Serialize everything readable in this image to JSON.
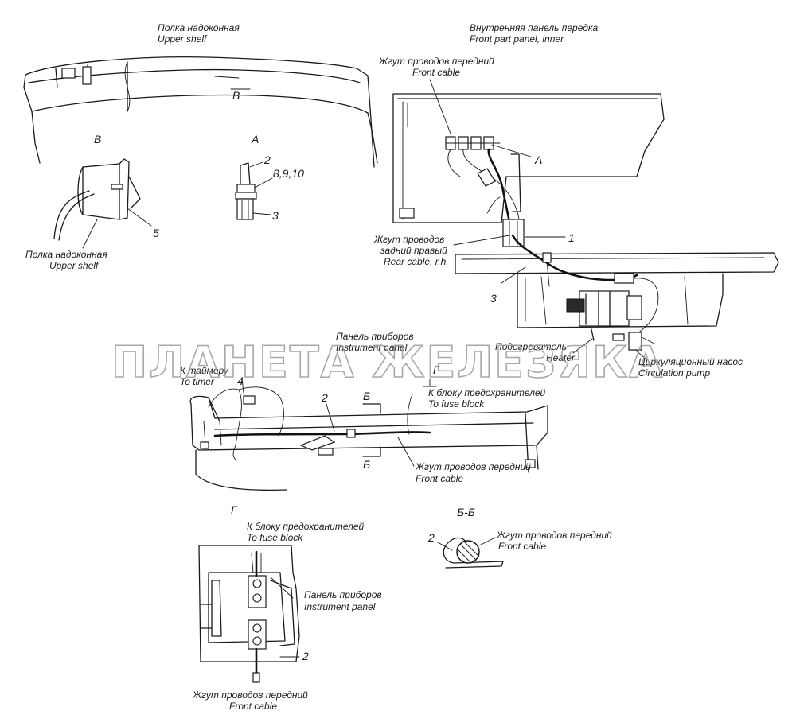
{
  "views": {
    "upper_shelf_title": {
      "ru": "Полка надоконная",
      "en": "Upper shelf"
    },
    "front_panel_title": {
      "ru": "Внутренняя панель передка",
      "en": "Front part panel, inner"
    },
    "view_b": "В",
    "view_a": "А",
    "view_g": "Г",
    "view_g_top": "Г",
    "view_bb": "Б-Б",
    "section_b": "Б"
  },
  "labels": {
    "front_cable_top": {
      "ru": "Жгут проводов передний",
      "en": "Front cable"
    },
    "rear_cable": {
      "ru1": "Жгут проводов",
      "ru2": "задний правый",
      "en": "Rear cable, r.h."
    },
    "upper_shelf_b": {
      "ru": "Полка надоконная",
      "en": "Upper shelf"
    },
    "instrument_panel": {
      "ru": "Панель приборов",
      "en": "Instrument panel"
    },
    "heater": {
      "ru": "Подогреватель",
      "en": "Heater"
    },
    "circ_pump": {
      "ru": "Циркуляционный насос",
      "en": "Circulation pump"
    },
    "to_timer": {
      "ru": "К таймеру",
      "en": "To timer"
    },
    "to_fuse": {
      "ru": "К блоку предохранителей",
      "en": "To fuse block"
    },
    "front_cable_mid": {
      "ru": "Жгут проводов передний",
      "en": "Front cable"
    },
    "to_fuse_g": {
      "ru": "К блоку предохранителей",
      "en": "To fuse block"
    },
    "instrument_panel_g": {
      "ru": "Панель приборов",
      "en": "Instrument panel"
    },
    "front_cable_g": {
      "ru": "Жгут проводов передний",
      "en": "Front cable"
    },
    "front_cable_bb": {
      "ru": "Жгут проводов передний",
      "en": "Front cable"
    },
    "letter_a_main": "А"
  },
  "callouts": {
    "n1": "1",
    "n2_a": "2",
    "n8910": "8,9,10",
    "n3_a": "3",
    "n5": "5",
    "n3_main": "3",
    "n4": "4",
    "n2_mid": "2",
    "n2_bb": "2",
    "n2_g": "2"
  },
  "watermark": "ПЛАНЕТА ЖЕЛЕЗЯКА"
}
